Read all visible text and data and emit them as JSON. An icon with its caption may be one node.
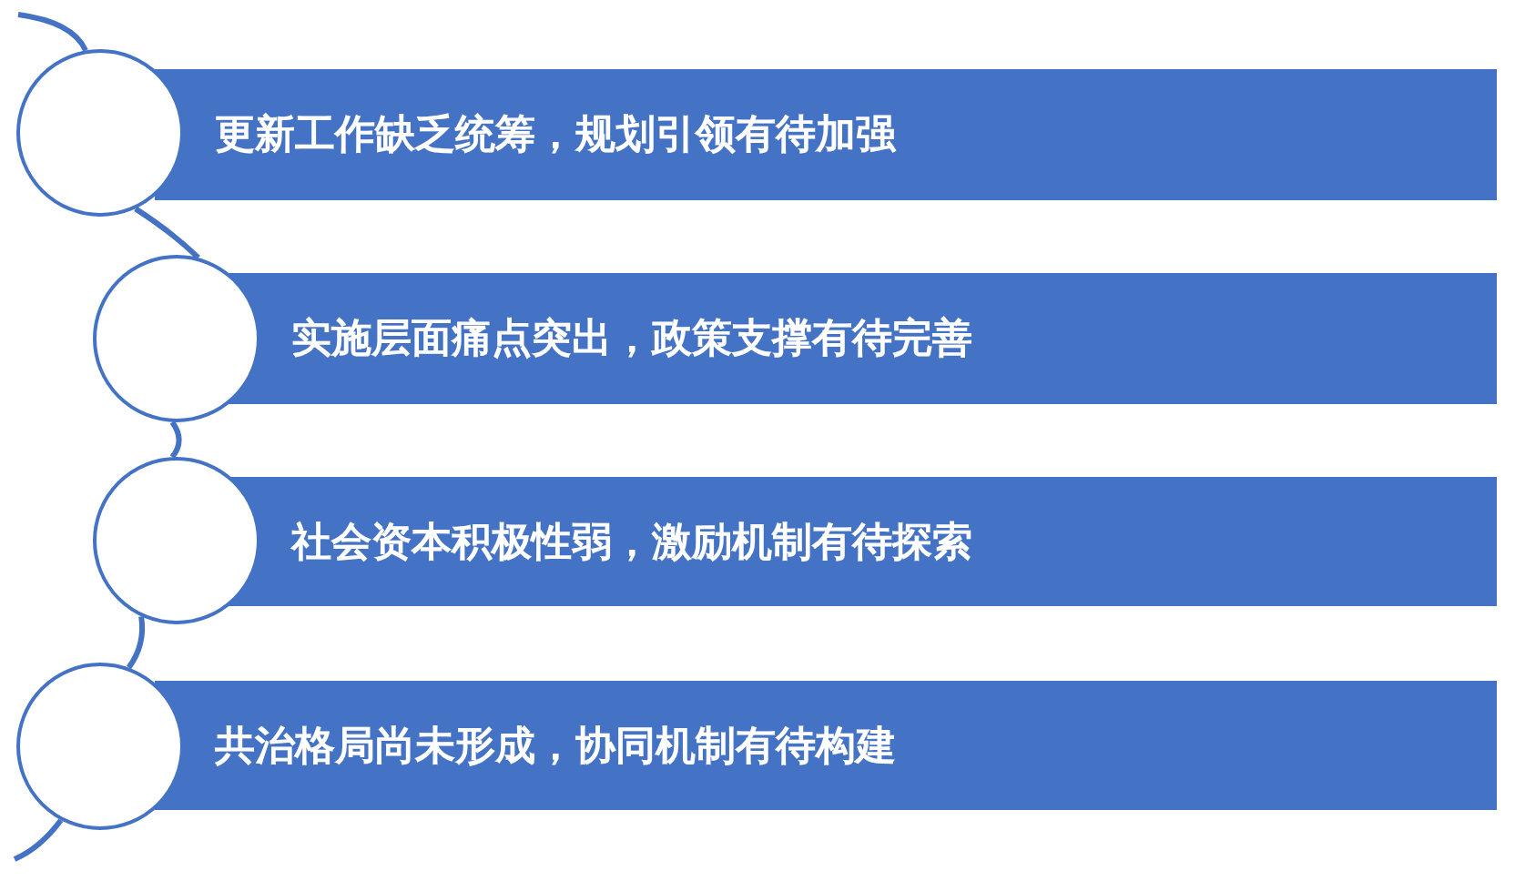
{
  "diagram": {
    "nodes": [
      {
        "text": [],
        "shape": "circle"
      },
      {
        "text": [
          "更新工作缺乏统筹，规划引领有待加强"
        ]
      },
      {
        "text": [],
        "shape": "circle"
      },
      {
        "text": [
          "实施层面痛点突出，政策支撑有待完善"
        ]
      },
      {
        "text": [],
        "shape": "circle"
      },
      {
        "text": [
          "社会资本积极性弱，激励机制有待探索"
        ]
      },
      {
        "text": [],
        "shape": "circle"
      },
      {
        "text": [
          "共治格局尚未形成，协同机制有待构建"
        ]
      }
    ],
    "edges": [
      {
        "from": null,
        "to": 0,
        "arrow": "none"
      },
      {
        "from": 0,
        "to": 2,
        "arrow": "none"
      },
      {
        "from": 2,
        "to": 4,
        "arrow": "none"
      },
      {
        "from": 4,
        "to": 6,
        "arrow": "none"
      },
      {
        "from": 6,
        "to": null,
        "arrow": "none"
      }
    ]
  }
}
